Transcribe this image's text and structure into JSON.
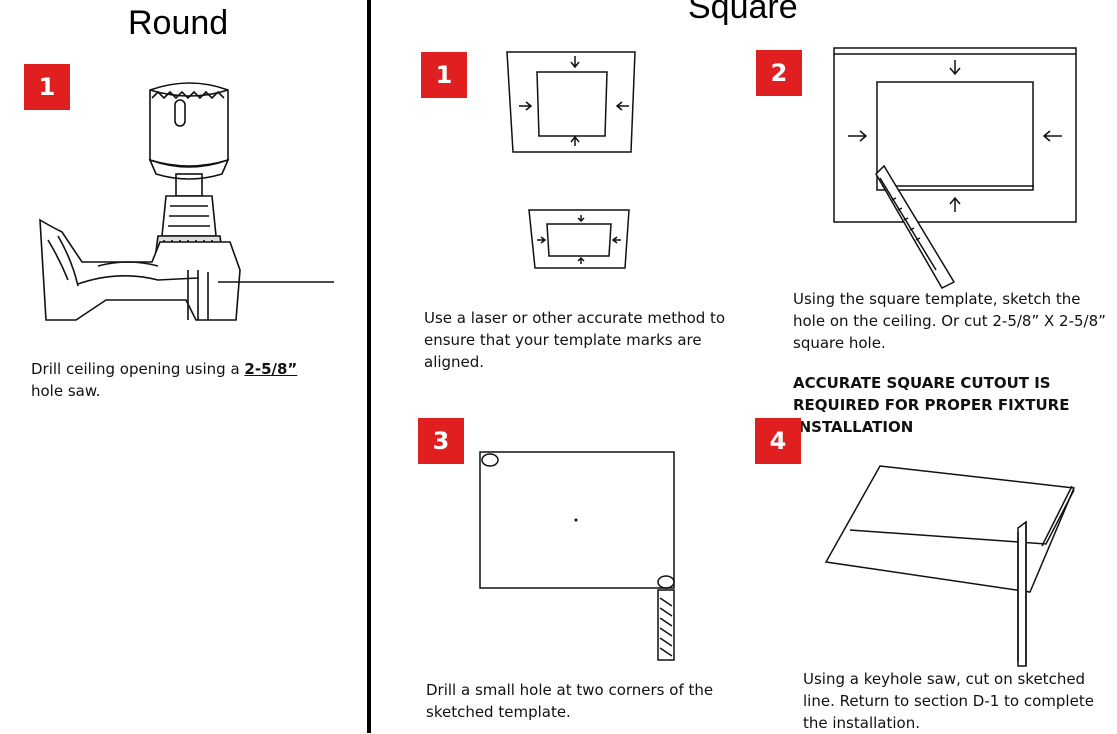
{
  "round": {
    "title": "Round",
    "step1": {
      "number": "1",
      "text_before": "Drill ceiling opening using a ",
      "text_bold": "2-5/8”",
      "text_after": " hole saw."
    }
  },
  "square": {
    "title": "Square",
    "step1": {
      "number": "1",
      "text": "Use a laser or other accurate method to ensure that your template marks are aligned."
    },
    "step2": {
      "number": "2",
      "text": "Using the square template, sketch the hole on the ceiling.  Or cut 2-5/8” X 2-5/8” square hole.",
      "warning": "ACCURATE SQUARE CUTOUT IS REQUIRED FOR PROPER FIXTURE INSTALLATION"
    },
    "step3": {
      "number": "3",
      "text": "Drill a small hole at two corners of the sketched template."
    },
    "step4": {
      "number": "4",
      "text": "Using a keyhole saw, cut on sketched line. Return to section D-1 to complete the installation."
    }
  },
  "colors": {
    "badge": "#e02020",
    "divider": "#000000"
  }
}
